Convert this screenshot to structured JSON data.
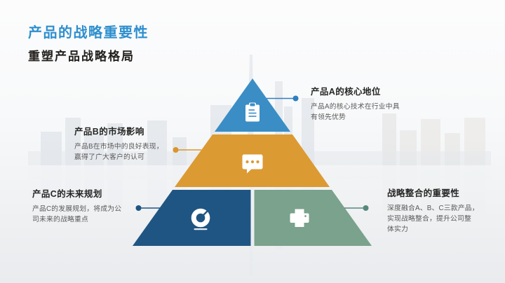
{
  "slide": {
    "title": "产品的战略重要性",
    "subtitle": "重塑产品战略格局"
  },
  "pyramid": {
    "levels": [
      {
        "id": "product-a",
        "position": "top",
        "icon": "clipboard-icon",
        "color": "#3a8ec5"
      },
      {
        "id": "product-b",
        "position": "middle",
        "icon": "chat-bubble-icon",
        "color": "#dc9a33"
      },
      {
        "id": "product-c",
        "position": "bottom-left",
        "icon": "donut-chart-icon",
        "color": "#1f5582"
      },
      {
        "id": "strategy",
        "position": "bottom-right",
        "icon": "printer-icon",
        "color": "#7aa28c"
      }
    ]
  },
  "callouts": {
    "product_a": {
      "heading": "产品A的核心地位",
      "line1": "产品A的核心技术在行业中具",
      "line2": "有领先优势",
      "connector_color": "#2e7fc1"
    },
    "product_b": {
      "heading": "产品B的市场影响",
      "line1": "产品B在市场中的良好表现，",
      "line2": "赢得了广大客户的认可",
      "connector_color": "#d9952f"
    },
    "product_c": {
      "heading": "产品C的未来规划",
      "line1": "产品C的发展规划，将成为公",
      "line2": "司未来的战略重点",
      "connector_color": "#1f5582"
    },
    "strategy": {
      "heading": "战略整合的重要性",
      "line1": "深度融合A、B、C三款产品，",
      "line2": "实现战略整合，提升公司整",
      "line3": "体实力",
      "connector_color": "#55897c"
    }
  },
  "colors": {
    "title_text": "#2e8fce",
    "subtitle_text": "#23201d",
    "heading_text": "#262626",
    "body_text": "#595959",
    "level_top_blue": "#3a8ec5",
    "level_middle_orange": "#dc9a33",
    "level_bottom_navy": "#1f5582",
    "level_bottom_green": "#7aa28c",
    "background_top": "#fcfcfd",
    "background_bottom": "#e9ebee"
  }
}
